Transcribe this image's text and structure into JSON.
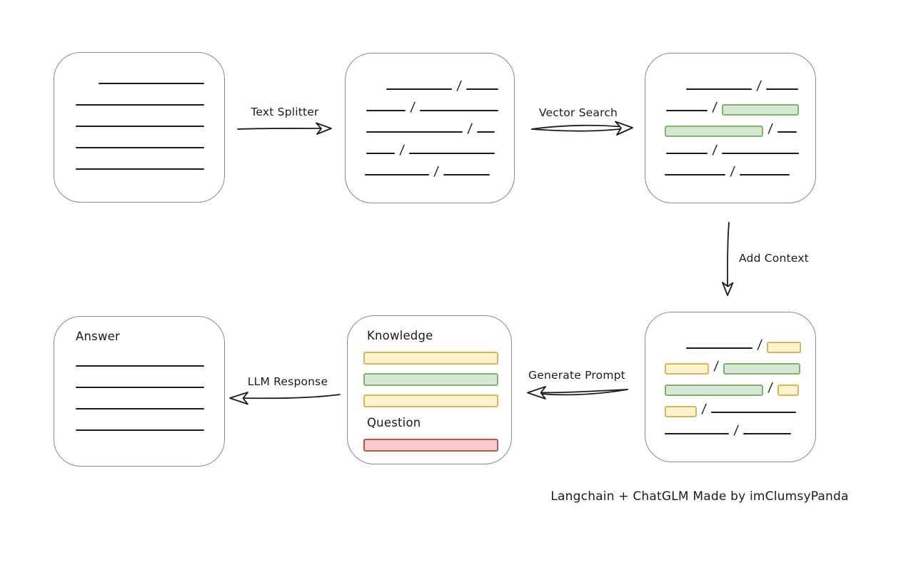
{
  "caption": "Langchain + ChatGLM Made by imClumsyPanda",
  "colors": {
    "ink": "#1b1b1b",
    "box_border": "#8a8a8a",
    "green_fill": "#d5e8d4",
    "green_border": "#82b366",
    "yellow_fill": "#fff2cc",
    "yellow_border": "#d6b656",
    "red_fill": "#f8cecc",
    "red_border": "#b85450"
  },
  "arrow_labels": {
    "text_splitter": "Text Splitter",
    "vector_search": "Vector Search",
    "add_context": "Add Context",
    "generate_prompt": "Generate Prompt",
    "llm_response": "LLM Response"
  },
  "boxes": {
    "document": {
      "rows": [
        {
          "indent": 62,
          "segments": [
            {
              "type": "line",
              "w": 148
            }
          ]
        },
        {
          "indent": 30,
          "segments": [
            {
              "type": "line",
              "w": 180
            }
          ]
        },
        {
          "indent": 30,
          "segments": [
            {
              "type": "line",
              "w": 180
            }
          ]
        },
        {
          "indent": 30,
          "segments": [
            {
              "type": "line",
              "w": 180
            }
          ]
        },
        {
          "indent": 30,
          "segments": [
            {
              "type": "line",
              "w": 180
            }
          ]
        }
      ]
    },
    "chunks": {
      "rows": [
        {
          "indent": 57,
          "segments": [
            {
              "type": "line",
              "w": 92
            },
            {
              "type": "slash"
            },
            {
              "type": "line",
              "w": 45
            }
          ]
        },
        {
          "indent": 29,
          "segments": [
            {
              "type": "line",
              "w": 55
            },
            {
              "type": "slash"
            },
            {
              "type": "line",
              "w": 110
            }
          ]
        },
        {
          "indent": 29,
          "segments": [
            {
              "type": "line",
              "w": 135
            },
            {
              "type": "slash"
            },
            {
              "type": "line",
              "w": 25
            }
          ]
        },
        {
          "indent": 29,
          "segments": [
            {
              "type": "line",
              "w": 40
            },
            {
              "type": "slash"
            },
            {
              "type": "line",
              "w": 120
            }
          ]
        },
        {
          "indent": 27,
          "segments": [
            {
              "type": "line",
              "w": 90
            },
            {
              "type": "slash"
            },
            {
              "type": "line",
              "w": 65
            }
          ]
        }
      ]
    },
    "matched_chunks": {
      "rows": [
        {
          "indent": 57,
          "segments": [
            {
              "type": "line",
              "w": 92
            },
            {
              "type": "slash"
            },
            {
              "type": "line",
              "w": 45
            }
          ]
        },
        {
          "indent": 29,
          "segments": [
            {
              "type": "line",
              "w": 58
            },
            {
              "type": "slash"
            },
            {
              "type": "green",
              "w": 108
            }
          ]
        },
        {
          "indent": 27,
          "segments": [
            {
              "type": "green",
              "w": 138
            },
            {
              "type": "slash"
            },
            {
              "type": "line",
              "w": 27
            }
          ]
        },
        {
          "indent": 29,
          "segments": [
            {
              "type": "line",
              "w": 58
            },
            {
              "type": "slash"
            },
            {
              "type": "line",
              "w": 108
            }
          ]
        },
        {
          "indent": 27,
          "segments": [
            {
              "type": "line",
              "w": 85
            },
            {
              "type": "slash"
            },
            {
              "type": "line",
              "w": 70
            }
          ]
        }
      ]
    },
    "context_chunks": {
      "rows": [
        {
          "indent": 57,
          "segments": [
            {
              "type": "line",
              "w": 93
            },
            {
              "type": "slash"
            },
            {
              "type": "yellow",
              "w": 48
            }
          ]
        },
        {
          "indent": 27,
          "segments": [
            {
              "type": "yellow",
              "w": 62
            },
            {
              "type": "slash"
            },
            {
              "type": "green",
              "w": 108
            }
          ]
        },
        {
          "indent": 27,
          "segments": [
            {
              "type": "green",
              "w": 138
            },
            {
              "type": "slash"
            },
            {
              "type": "yellow",
              "w": 30
            }
          ]
        },
        {
          "indent": 27,
          "segments": [
            {
              "type": "yellow",
              "w": 45
            },
            {
              "type": "slash"
            },
            {
              "type": "line",
              "w": 119
            }
          ]
        },
        {
          "indent": 27,
          "segments": [
            {
              "type": "line",
              "w": 90
            },
            {
              "type": "slash"
            },
            {
              "type": "line",
              "w": 67
            }
          ]
        }
      ]
    },
    "prompt": {
      "knowledge_label": "Knowledge",
      "question_label": "Question",
      "knowledge_bars": [
        {
          "type": "yellow",
          "w": 185
        },
        {
          "type": "green",
          "w": 185
        },
        {
          "type": "yellow",
          "w": 185
        }
      ],
      "question_bars": [
        {
          "type": "red",
          "w": 185
        }
      ]
    },
    "answer": {
      "label": "Answer",
      "rows": [
        {
          "indent": 0,
          "segments": [
            {
              "type": "line",
              "w": 180
            }
          ]
        },
        {
          "indent": 0,
          "segments": [
            {
              "type": "line",
              "w": 180
            }
          ]
        },
        {
          "indent": 0,
          "segments": [
            {
              "type": "line",
              "w": 180
            }
          ]
        },
        {
          "indent": 0,
          "segments": [
            {
              "type": "line",
              "w": 180
            }
          ]
        }
      ]
    }
  }
}
